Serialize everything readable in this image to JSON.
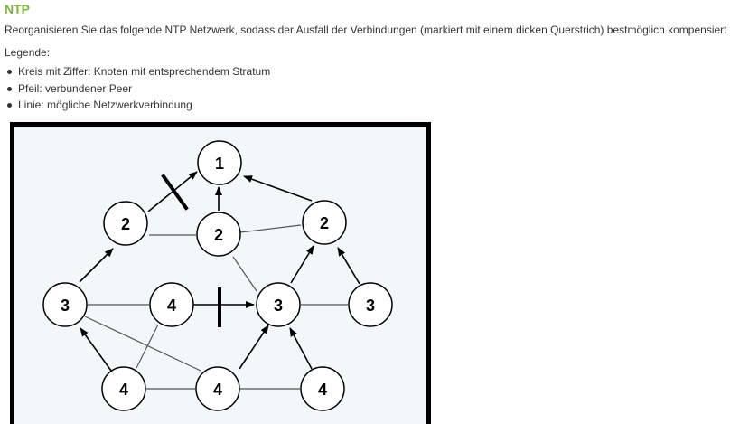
{
  "heading": "NTP",
  "intro": "Reorganisieren Sie das folgende NTP Netzwerk, sodass der Ausfall der Verbindungen (markiert mit einem dicken Querstrich) bestmöglich kompensiert wird.",
  "legend": {
    "title": "Legende:",
    "items": [
      "Kreis mit Ziffer: Knoten mit entsprechendem Stratum",
      "Pfeil: verbundener Peer",
      "Linie: mögliche Netzwerkverbindung"
    ]
  },
  "diagram": {
    "nodes": [
      {
        "id": "top-1",
        "stratum": "1"
      },
      {
        "id": "left-2",
        "stratum": "2"
      },
      {
        "id": "middle-2",
        "stratum": "2"
      },
      {
        "id": "right-2",
        "stratum": "2"
      },
      {
        "id": "left-3",
        "stratum": "3"
      },
      {
        "id": "middle-4",
        "stratum": "4"
      },
      {
        "id": "center-3",
        "stratum": "3"
      },
      {
        "id": "right-3",
        "stratum": "3"
      },
      {
        "id": "bottom-left-4",
        "stratum": "4"
      },
      {
        "id": "bottom-middle-4",
        "stratum": "4"
      },
      {
        "id": "bottom-right-4",
        "stratum": "4"
      }
    ],
    "colors": {
      "node_fill": "#ffffff",
      "stroke": "#000000",
      "link": "#555555",
      "background": "#f2f8fa"
    }
  }
}
